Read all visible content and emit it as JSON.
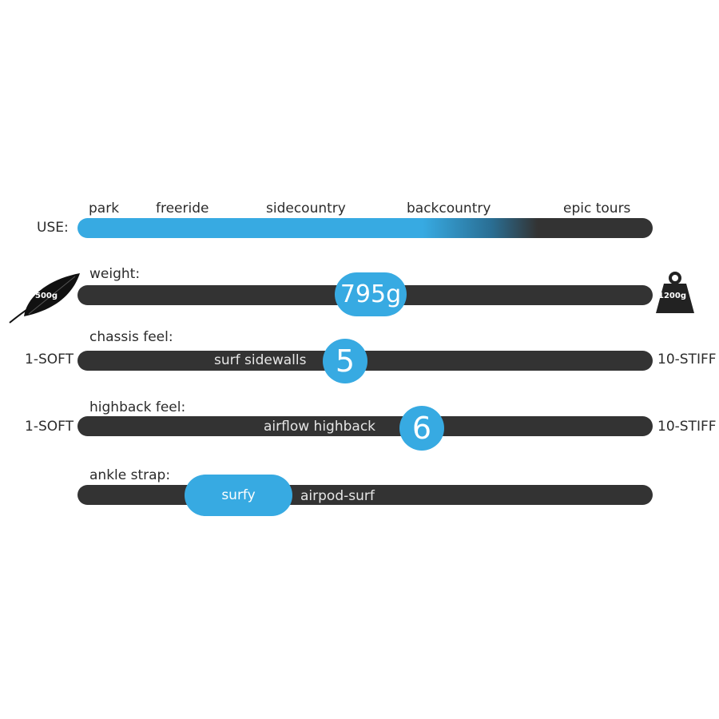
{
  "use": {
    "label": "USE:",
    "categories": [
      "park",
      "freeride",
      "sidecountry",
      "backcountry",
      "epic tours"
    ],
    "fill_fraction": 0.6,
    "colors": {
      "accent": "#37aae2",
      "track": "#333333"
    }
  },
  "weight": {
    "label": "weight:",
    "value_text": "795g",
    "min_text": "500g",
    "max_text": "1200g",
    "min_icon": "feather-icon",
    "max_icon": "weight-icon"
  },
  "chassis": {
    "label": "chassis feel:",
    "min_text": "1-SOFT",
    "max_text": "10-STIFF",
    "product": "surf sidewalls",
    "value": "5"
  },
  "highback": {
    "label": "highback feel:",
    "min_text": "1-SOFT",
    "max_text": "10-STIFF",
    "product": "airflow highback",
    "value": "6"
  },
  "ankle": {
    "label": "ankle strap:",
    "selected": "surfy",
    "other": "airpod-surf"
  }
}
